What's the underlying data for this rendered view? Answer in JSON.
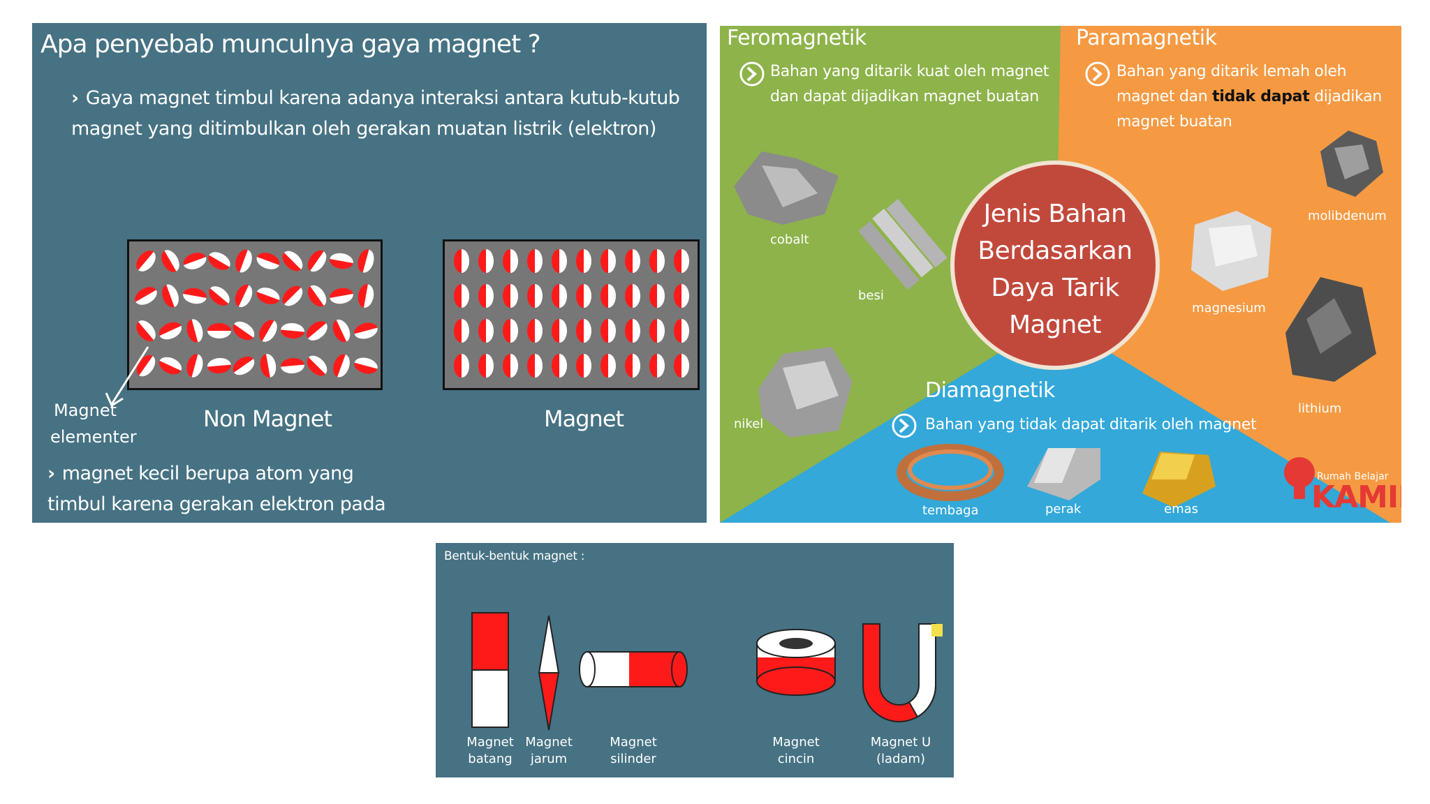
{
  "slide1": {
    "title": "Apa penyebab munculnya gaya magnet ?",
    "bullet1": "Gaya magnet timbul karena adanya interaksi antara kutub-kutub magnet yang ditimbulkan oleh gerakan muatan listrik (elektron)",
    "label_non_magnet": "Non Magnet",
    "label_magnet": "Magnet",
    "label_elementer_line1": "Magnet",
    "label_elementer_line2": "elementer",
    "bullet2": "magnet kecil berupa atom yang timbul karena gerakan elektron pada atom.",
    "chevron": "›"
  },
  "slide2": {
    "feromagnetik": {
      "title": "Feromagnetik",
      "desc": "Bahan yang ditarik kuat oleh magnet dan dapat dijadikan magnet buatan",
      "items": [
        "cobalt",
        "besi",
        "nikel"
      ]
    },
    "paramagnetik": {
      "title": "Paramagnetik",
      "desc_part1": "Bahan yang ditarik lemah oleh magnet dan",
      "desc_bold": "tidak dapat",
      "desc_part2": "dijadikan magnet buatan",
      "items": [
        "molibdenum",
        "magnesium",
        "lithium"
      ]
    },
    "diamagnetik": {
      "title": "Diamagnetik",
      "desc": "Bahan yang tidak dapat ditarik oleh magnet",
      "items": [
        "tembaga",
        "perak",
        "emas"
      ]
    },
    "center": [
      "Jenis Bahan",
      "Berdasarkan",
      "Daya Tarik",
      "Magnet"
    ],
    "logo_small": "Rumah Belajar",
    "logo_big": "KAMIL",
    "colors": {
      "green": "#8db34a",
      "orange": "#f59a43",
      "blue": "#33a8d9",
      "circle": "#c1493c"
    }
  },
  "slide3": {
    "title": "Bentuk-bentuk magnet :",
    "labels": [
      [
        "Magnet",
        "batang"
      ],
      [
        "Magnet",
        "jarum"
      ],
      [
        "Magnet",
        "silinder"
      ],
      [
        "Magnet",
        "cincin"
      ],
      [
        "Magnet U",
        "(ladam)"
      ]
    ]
  }
}
